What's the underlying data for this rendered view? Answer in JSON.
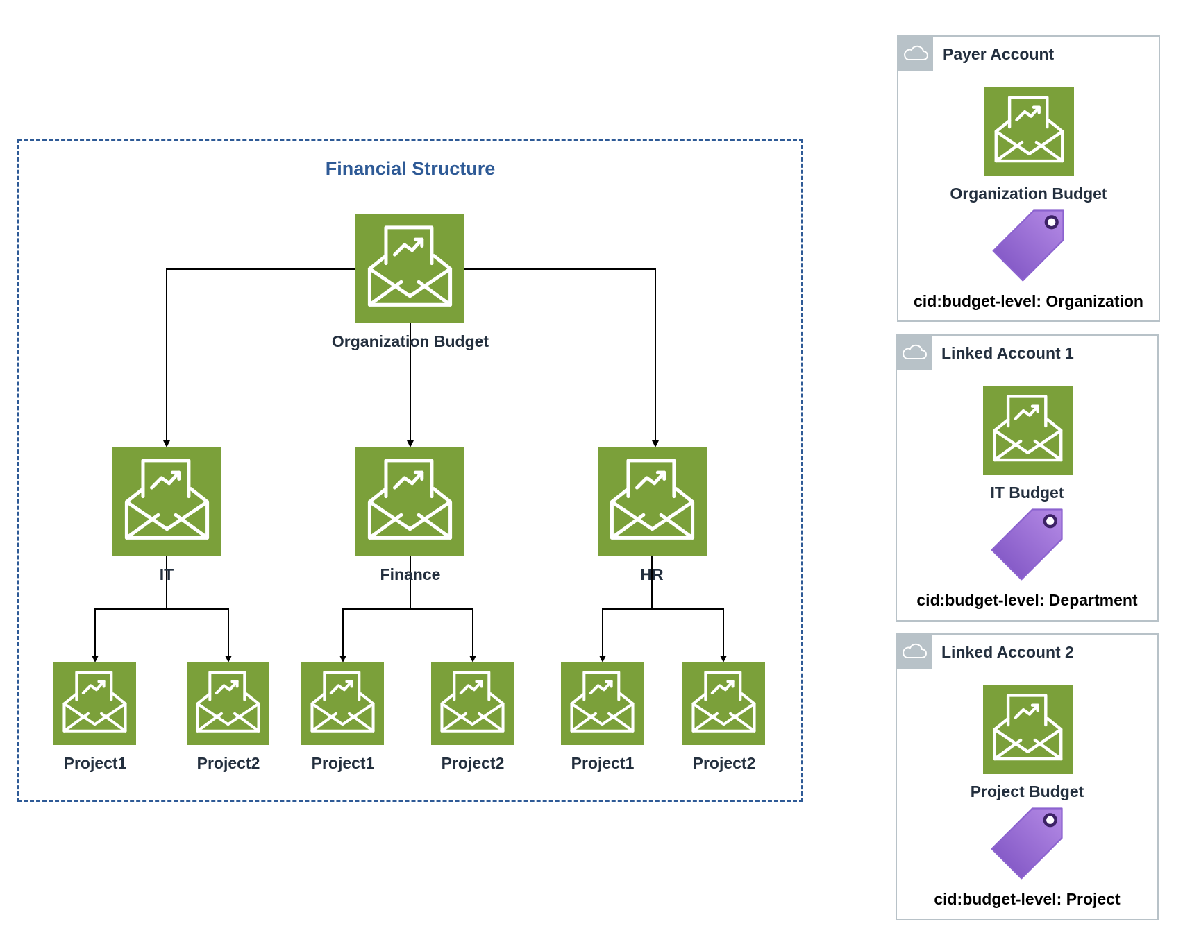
{
  "financial_structure": {
    "title": "Financial Structure",
    "root_label": "Organization Budget",
    "departments": [
      {
        "label": "IT",
        "projects": [
          "Project1",
          "Project2"
        ]
      },
      {
        "label": "Finance",
        "projects": [
          "Project1",
          "Project2"
        ]
      },
      {
        "label": "HR",
        "projects": [
          "Project1",
          "Project2"
        ]
      }
    ]
  },
  "accounts": [
    {
      "title": "Payer Account",
      "budget_label": "Organization Budget",
      "tag_label": "cid:budget-level: Organization"
    },
    {
      "title": "Linked Account 1",
      "budget_label": "IT Budget",
      "tag_label": "cid:budget-level: Department"
    },
    {
      "title": "Linked Account 2",
      "budget_label": "Project Budget",
      "tag_label": "cid:budget-level: Project"
    }
  ],
  "icons": {
    "budget": "budget-envelope-icon",
    "tag": "tag-icon",
    "cloud": "cloud-icon"
  },
  "colors": {
    "budget_icon_bg": "#7ba03a",
    "group_border": "#2e5a96",
    "tag_purple": "#9b6fd1",
    "text": "#232f3e",
    "account_border": "#b8c2c8"
  }
}
